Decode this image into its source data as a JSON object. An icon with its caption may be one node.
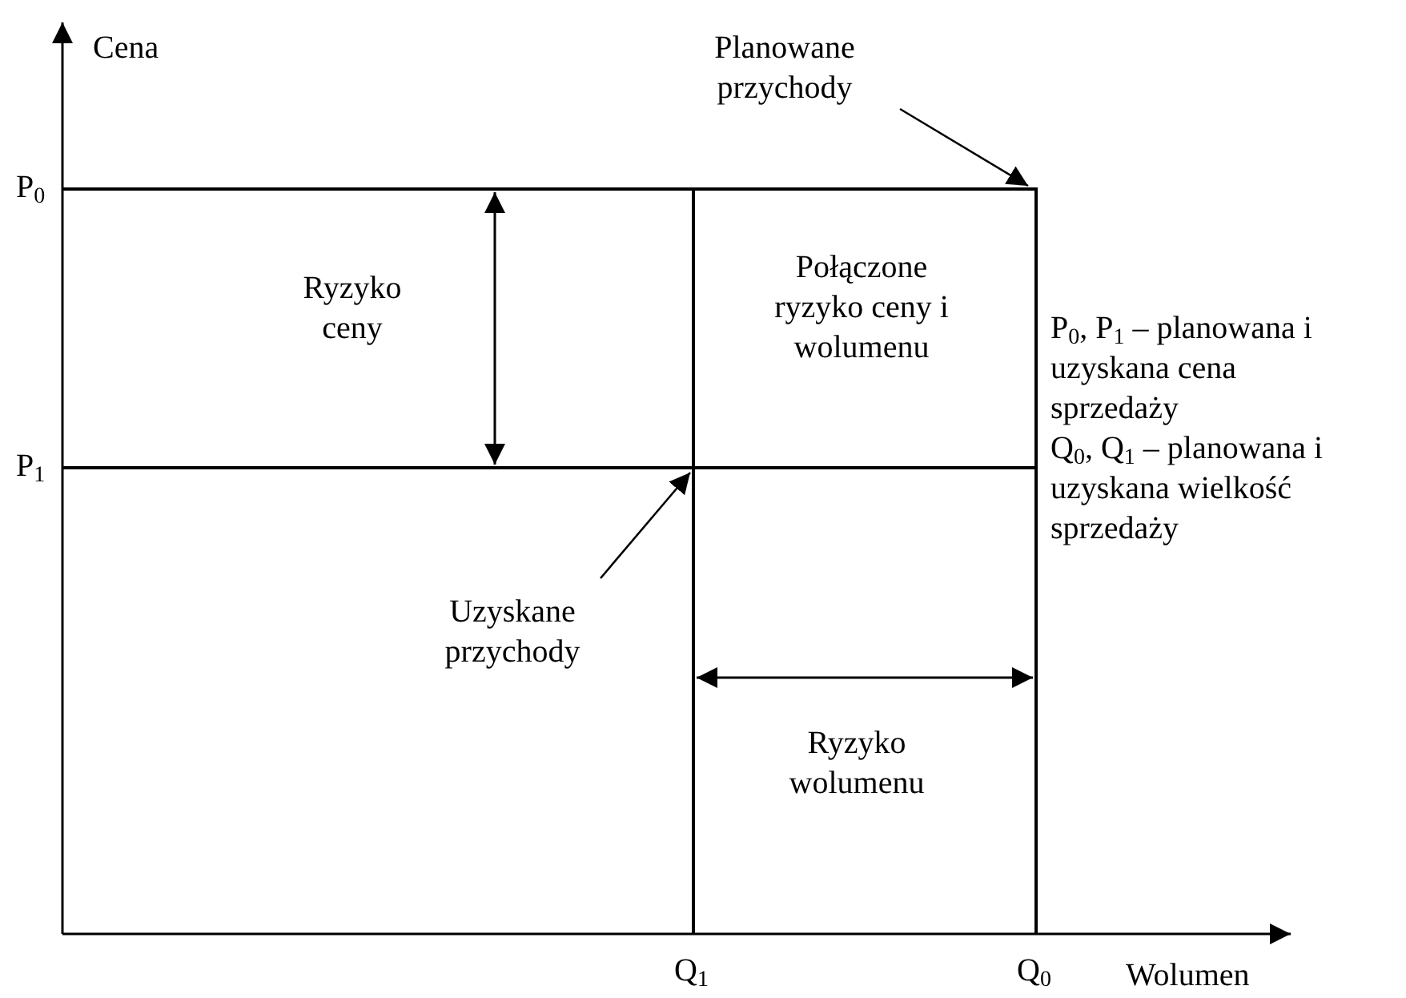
{
  "diagram": {
    "nodes": [
      {
        "text": [
          "Planowane przychody"
        ]
      },
      {
        "text": [
          "Uzyskane przychody"
        ]
      }
    ],
    "edges": [
      {
        "from": 0,
        "to": null,
        "arrow": "to"
      },
      {
        "from": 1,
        "to": null,
        "arrow": "to"
      }
    ],
    "labels": [
      "Cena",
      "P$_{0}$",
      "P$_{1}$",
      "Ryzyko ceny",
      "Połączone ryzyko ceny i wolumenu",
      "P$_{0}$, P$_{1}$ – planowana i uzyskana cena sprzedaży",
      "Q$_{0}$, Q$_{1}$ – planowana i uzyskana wielkość sprzedaży",
      "Ryzyko wolumenu",
      "Q$_{1}$",
      "Q$_{0}$",
      "Wolumen"
    ]
  }
}
